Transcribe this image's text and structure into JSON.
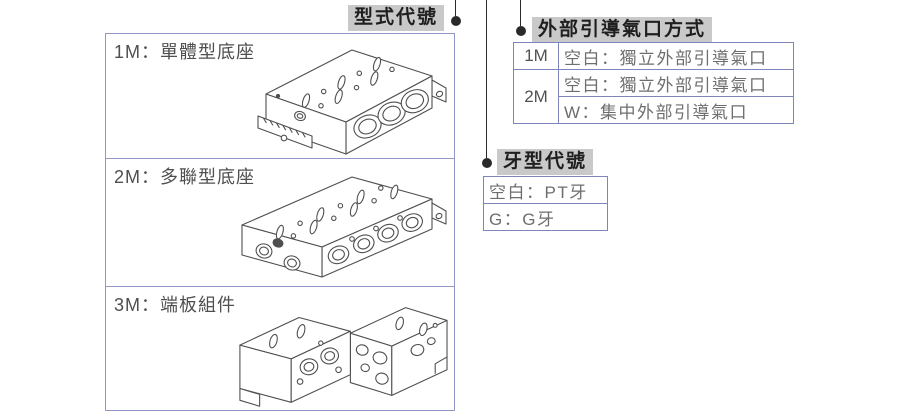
{
  "colors": {
    "label_bg": "#c9c9c9",
    "label_text": "#1f1f1f",
    "box_border": "#9298c6",
    "table_border": "#7e85ba",
    "section_text": "#4f4f4f",
    "table_text": "#6e6e6e",
    "code_text": "#525252",
    "connector": "#2a2a2a",
    "drawing_stroke": "#4f4f4f"
  },
  "type_code": {
    "label": "型式代號",
    "sections": [
      {
        "label": "1M：單體型底座"
      },
      {
        "label": "2M：多聯型底座"
      },
      {
        "label": "3M：端板組件"
      }
    ]
  },
  "pilot_port": {
    "label": "外部引導氣口方式",
    "rows": [
      {
        "code": "1M",
        "options": [
          "空白：獨立外部引導氣口"
        ]
      },
      {
        "code": "2M",
        "options": [
          "空白：獨立外部引導氣口",
          "W：集中外部引導氣口"
        ]
      }
    ]
  },
  "thread_code": {
    "label": "牙型代號",
    "rows": [
      "空白：PT牙",
      "G：G牙"
    ]
  }
}
